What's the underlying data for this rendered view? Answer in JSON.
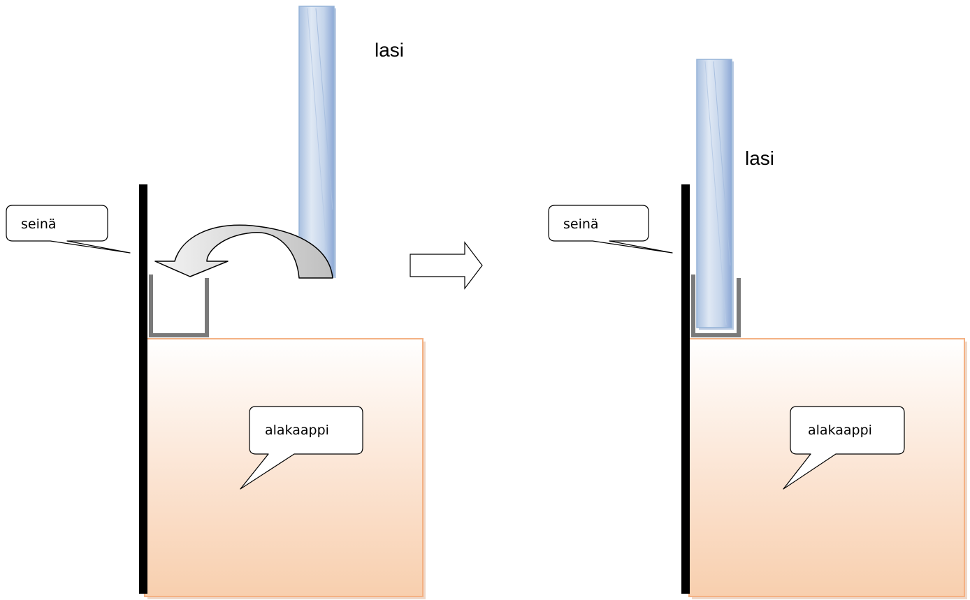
{
  "before": {
    "glass_label": "lasi",
    "wall_callout": "seinä",
    "cabinet_callout": "alakaappi"
  },
  "after": {
    "glass_label": "lasi",
    "wall_callout": "seinä",
    "cabinet_callout": "alakaappi"
  },
  "colors": {
    "wall": "#000000",
    "channel": "#7a7a7a",
    "cabinet_top": "#ffffff",
    "cabinet_bottom": "#f8cfae",
    "cabinet_border": "#f4b183",
    "glass_light": "#dce6f2",
    "glass_dark": "#8eaadb",
    "glass_border": "#95b3d7"
  },
  "icons": {
    "insert_arrow": "curved-arrow-icon",
    "step_arrow": "right-arrow-icon"
  }
}
